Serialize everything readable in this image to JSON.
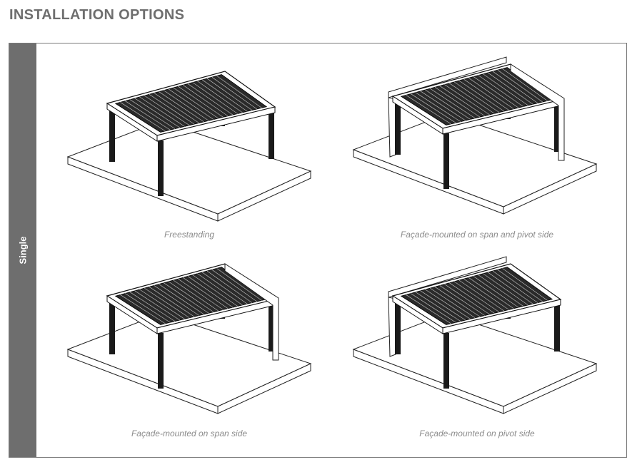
{
  "header": {
    "title": "INSTALLATION OPTIONS"
  },
  "side_tab": {
    "label": "Single"
  },
  "options": [
    {
      "id": "freestanding",
      "caption": "Freestanding",
      "walls": []
    },
    {
      "id": "span-pivot",
      "caption": "Façade-mounted on span and pivot side",
      "walls": [
        "back",
        "right"
      ]
    },
    {
      "id": "span",
      "caption": "Façade-mounted on span side",
      "walls": [
        "right"
      ]
    },
    {
      "id": "pivot",
      "caption": "Façade-mounted on pivot side",
      "walls": [
        "back"
      ]
    }
  ],
  "colors": {
    "accent_gray": "#6e6e6e",
    "post": "#1a1a1a",
    "slat_dark": "#2a2a2a",
    "caption": "#8c8c8c"
  }
}
